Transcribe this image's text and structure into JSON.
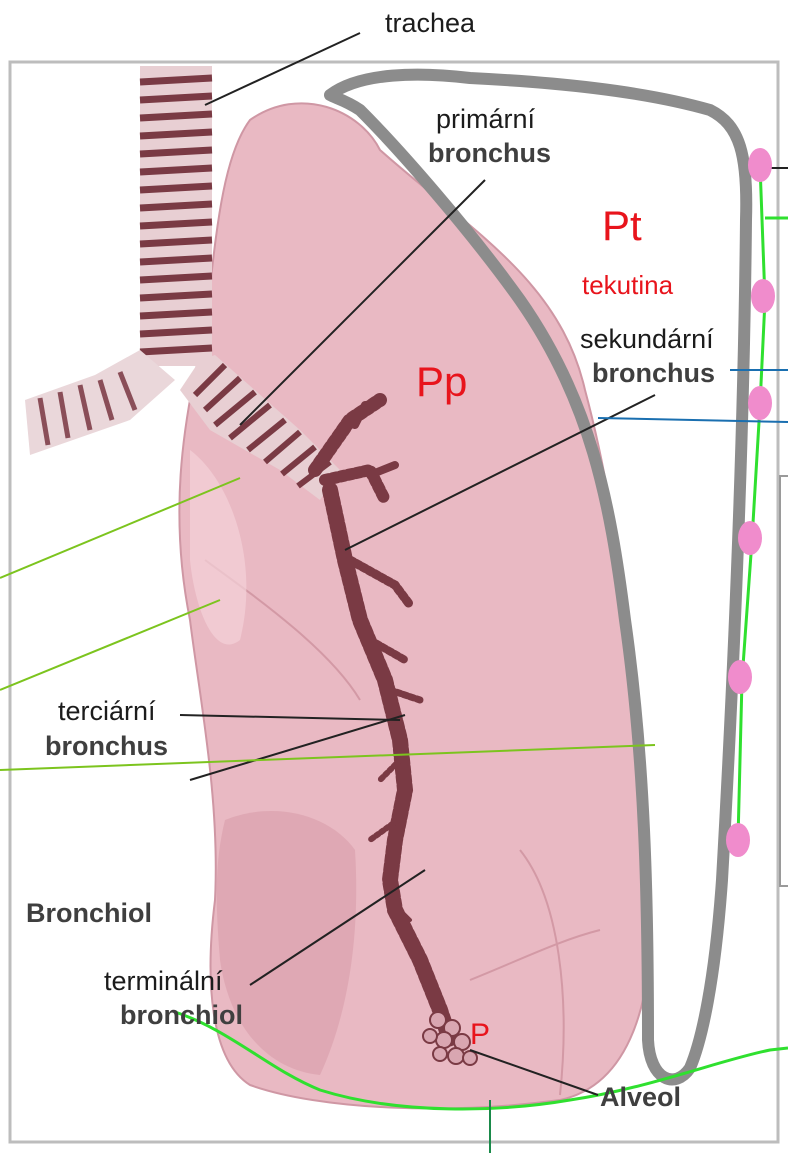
{
  "labels": {
    "trachea": "trachea",
    "primary_line1": "primární",
    "primary_line2": "bronchus",
    "pleural_cavity": "Pt",
    "fluid": "tekutina",
    "secondary_line1": "sekundární",
    "secondary_line2": "bronchus",
    "lung_pleura": "Pp",
    "tertiary_line1": "terciární",
    "tertiary_line2": "bronchus",
    "bronchiole": "Bronchiol",
    "terminal_line1": "terminální",
    "terminal_line2": "bronchiol",
    "alveolus": "Alveol",
    "alveolus_red_mark": "P"
  },
  "colors": {
    "lung_fill": "#e9b9c3",
    "lung_shade": "#d79aa7",
    "bronchus": "#7a3a44",
    "bronchus_light": "#e8cfd3",
    "pleura_outline": "#8c8c8c",
    "accent_red": "#e8141c",
    "lymph_green": "#2fe02f",
    "lymph_node": "#f08ccc",
    "pointer_green": "#7cc41e",
    "pointer_blue": "#1a6fb0",
    "pointer_dark": "#222222"
  }
}
